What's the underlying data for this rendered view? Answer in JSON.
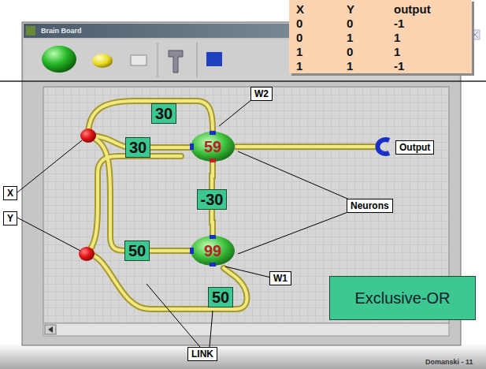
{
  "diagram": {
    "nodes": [
      {
        "text": [
          "30"
        ]
      },
      {
        "text": [
          "30"
        ]
      },
      {
        "text": [
          "59"
        ]
      },
      {
        "text": [
          "-30"
        ]
      },
      {
        "text": [
          "50"
        ]
      },
      {
        "text": [
          "99"
        ]
      },
      {
        "text": [
          "50"
        ]
      },
      {
        "text": [
          "Exclusive-OR"
        ]
      }
    ],
    "edges": [
      {
        "from": 2,
        "to": 3,
        "arrow": "none"
      },
      {
        "from": 3,
        "to": 5,
        "arrow": "none"
      }
    ],
    "labels": [
      "X",
      "Y",
      "output",
      "0",
      "0",
      "-1",
      "0",
      "1",
      "1",
      "1",
      "0",
      "1",
      "1",
      "1",
      "-1",
      "Brain Board",
      "W2",
      "Output",
      "Neurons",
      "X",
      "Y",
      "W1",
      "LINK",
      "Domanski - 11"
    ]
  }
}
